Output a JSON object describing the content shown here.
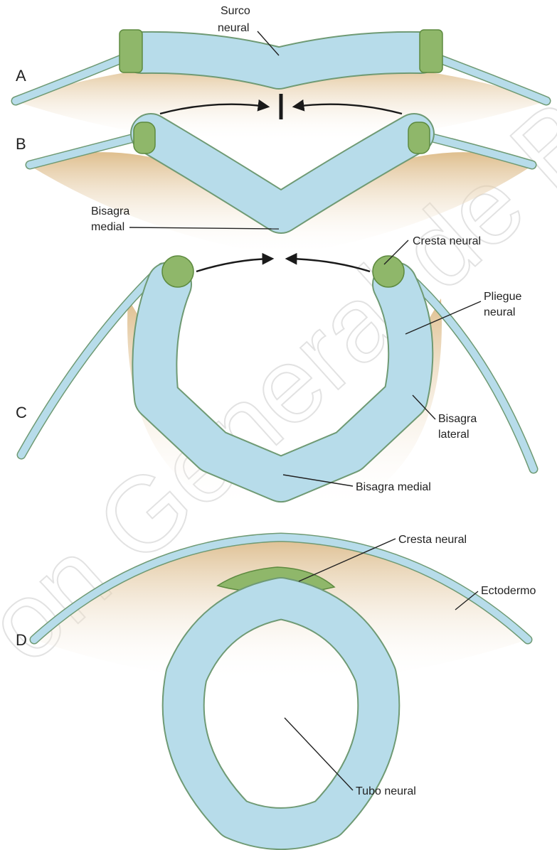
{
  "panels": {
    "A": "A",
    "B": "B",
    "C": "C",
    "D": "D"
  },
  "labels": {
    "surco_line1": "Surco",
    "surco_line2": "neural",
    "bisagra_medial_b_line1": "Bisagra",
    "bisagra_medial_b_line2": "medial",
    "cresta_neural_c": "Cresta neural",
    "pliegue_line1": "Pliegue",
    "pliegue_line2": "neural",
    "bisagra_lateral_line1": "Bisagra",
    "bisagra_lateral_line2": "lateral",
    "bisagra_medial_c": "Bisagra medial",
    "cresta_neural_d": "Cresta neural",
    "ectodermo": "Ectodermo",
    "tubo_neural": "Tubo neural"
  },
  "watermark": "on General de Biblioteca",
  "colors": {
    "cell_fill": "#b7dcea",
    "cell_edge": "#6f9a74",
    "crest": "#8fb76a",
    "mesenchyme_shadow": "#e3c99b",
    "text": "#222222"
  }
}
